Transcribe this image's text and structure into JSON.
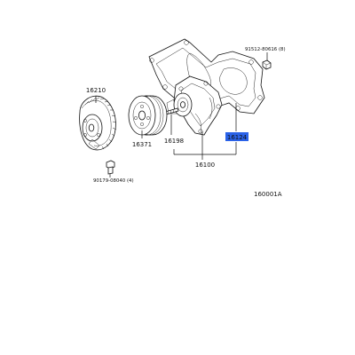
{
  "diagram": {
    "ref_code": "160001A",
    "labels": {
      "fan_coupling": "16210",
      "fan_pulley": "16371",
      "stud": "16198",
      "water_pump_assy": "16100",
      "gasket": "16124",
      "nut": "91512-80616 (8)",
      "bolt": "90179-08040 (4)"
    },
    "highlight_color": "#2a62e8"
  }
}
